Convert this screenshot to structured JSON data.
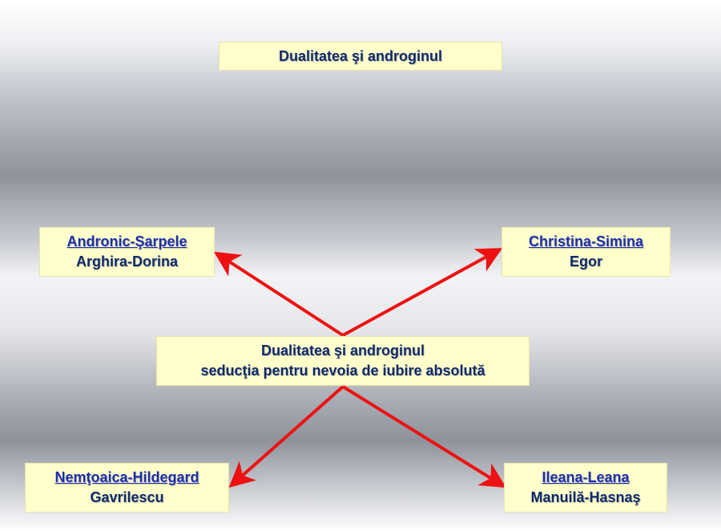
{
  "title": "Dualitatea şi androginul",
  "center": {
    "line1": "Dualitatea şi androginul",
    "line2": "seducţia pentru nevoia de iubire absolută"
  },
  "nodes": {
    "top_left": {
      "link": "Andronic-Şarpele",
      "subtitle": "Arghira-Dorina"
    },
    "top_right": {
      "link": "Christina-Simina",
      "subtitle": "Egor"
    },
    "bottom_left": {
      "link": "Nemţoaica-Hildegard",
      "subtitle": "Gavrilescu"
    },
    "bottom_right": {
      "link": "Ileana-Leana",
      "subtitle": "Manuilă-Hasnaş"
    }
  },
  "colors": {
    "box_fill": "#ffffcc",
    "text": "#102a6b",
    "link": "#1d2fae",
    "arrow": "#ee1111"
  }
}
